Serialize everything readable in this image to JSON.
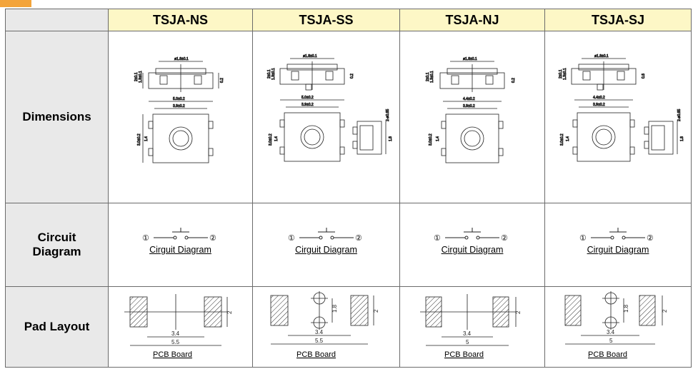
{
  "table": {
    "columns": [
      "TSJA-NS",
      "TSJA-SS",
      "TSJA-NJ",
      "TSJA-SJ"
    ],
    "rows": {
      "dimensions": "Dimensions",
      "circuit_line1": "Circuit",
      "circuit_line2": "Diagram",
      "pad_layout": "Pad Layout"
    }
  },
  "products": [
    {
      "id": "TSJA-NS",
      "dims": {
        "top_width": "5.0±0.2",
        "inner_width": "3.9±0.2",
        "pin": "ø1.8±0.1",
        "h1": "2±0.1",
        "h2": "1.3±0.1",
        "h3": "0.2",
        "side1": "3.0±0.2",
        "side2": "1.4"
      },
      "circuit_caption": "Cirguit Diagram",
      "pad": {
        "inner": "3.4",
        "outer": "5.5",
        "height": "2",
        "pitch": ""
      },
      "pcb_caption": "PCB Board"
    },
    {
      "id": "TSJA-SS",
      "dims": {
        "top_width": "5.0±0.2",
        "inner_width": "3.9±0.2",
        "pin": "ø1.8±0.1",
        "h1": "2±0.1",
        "h2": "1.3±0.1",
        "h3": "0.2",
        "side1": "3.0±0.2",
        "side2": "1.4",
        "extra": "2-ø0.65",
        "extra2": "1.8"
      },
      "circuit_caption": "Cirguit Diagram",
      "pad": {
        "inner": "3.4",
        "outer": "5.5",
        "height": "2",
        "pitch": "1.8"
      },
      "pcb_caption": "PCB Board"
    },
    {
      "id": "TSJA-NJ",
      "dims": {
        "top_width": "4.4±0.2",
        "inner_width": "3.9±0.2",
        "pin": "ø1.8±0.1",
        "h1": "2±0.1",
        "h2": "1.3±0.1",
        "h3": "0.2",
        "side1": "3.0±0.2",
        "side2": "1.4"
      },
      "circuit_caption": "Cirguit Diagram",
      "pad": {
        "inner": "3.4",
        "outer": "5",
        "height": "2",
        "pitch": ""
      },
      "pcb_caption": "PCB Board"
    },
    {
      "id": "TSJA-SJ",
      "dims": {
        "top_width": "4.4±0.2",
        "inner_width": "3.9±0.2",
        "pin": "ø1.8±0.1",
        "h1": "2±0.1",
        "h2": "1.3±0.1",
        "h3": "0.6",
        "side1": "3.0±0.2",
        "side2": "1.4",
        "extra": "2-ø0.65",
        "extra2": "1.8"
      },
      "circuit_caption": "Cirguit Diagram",
      "pad": {
        "inner": "3.4",
        "outer": "5",
        "height": "2",
        "pitch": "1.8"
      },
      "pcb_caption": "PCB Board"
    }
  ],
  "circuit": {
    "node1": "①",
    "node2": "②"
  },
  "colors": {
    "header_bg": "#fdf7c6",
    "label_bg": "#e9e9e9",
    "accent": "#f3a43a"
  }
}
